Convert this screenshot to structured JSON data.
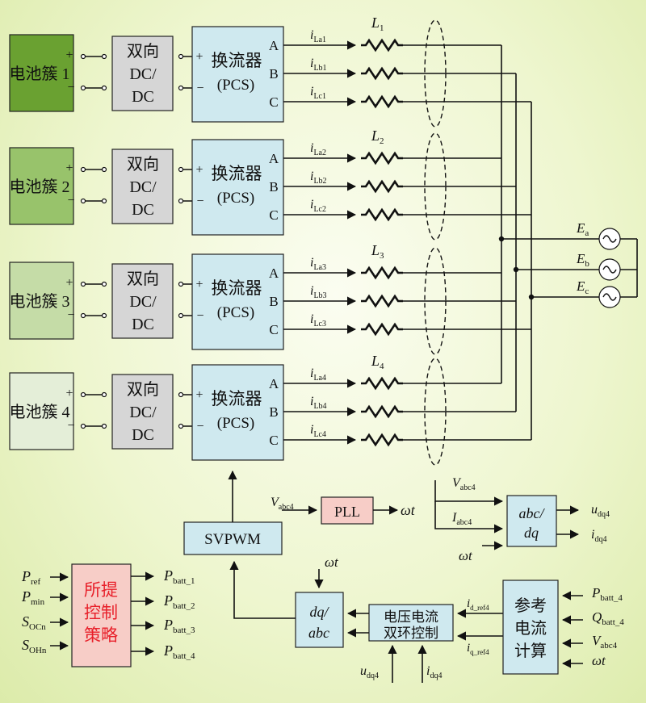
{
  "units": [
    {
      "battery_label": "电池簇 1",
      "fill": "#6aa131",
      "inductor": {
        "name": "L",
        "sub": "1"
      },
      "currents": [
        {
          "name": "i",
          "sub": "La1"
        },
        {
          "name": "i",
          "sub": "Lb1"
        },
        {
          "name": "i",
          "sub": "Lc1"
        }
      ]
    },
    {
      "battery_label": "电池簇 2",
      "fill": "#98c36b",
      "inductor": {
        "name": "L",
        "sub": "2"
      },
      "currents": [
        {
          "name": "i",
          "sub": "La2"
        },
        {
          "name": "i",
          "sub": "Lb2"
        },
        {
          "name": "i",
          "sub": "Lc2"
        }
      ]
    },
    {
      "battery_label": "电池簇 3",
      "fill": "#c5dca7",
      "inductor": {
        "name": "L",
        "sub": "3"
      },
      "currents": [
        {
          "name": "i",
          "sub": "La3"
        },
        {
          "name": "i",
          "sub": "Lb3"
        },
        {
          "name": "i",
          "sub": "Lc3"
        }
      ]
    },
    {
      "battery_label": "电池簇 4",
      "fill": "#e4eed8",
      "inductor": {
        "name": "L",
        "sub": "4"
      },
      "currents": [
        {
          "name": "i",
          "sub": "La4"
        },
        {
          "name": "i",
          "sub": "Lb4"
        },
        {
          "name": "i",
          "sub": "Lc4"
        }
      ]
    }
  ],
  "terminals": {
    "plus": "+",
    "minus": "−"
  },
  "dcdc": {
    "line1": "双向",
    "line2": "DC/",
    "line3": "DC"
  },
  "pcs": {
    "line1": "换流器",
    "line2": "(PCS)",
    "plus": "+",
    "minus": "−",
    "phases": [
      "A",
      "B",
      "C"
    ]
  },
  "sources": [
    {
      "name": "E",
      "sub": "a"
    },
    {
      "name": "E",
      "sub": "b"
    },
    {
      "name": "E",
      "sub": "c"
    }
  ],
  "pll": {
    "label": "PLL",
    "in": {
      "name": "V",
      "sub": "abc4"
    },
    "out": "ωt"
  },
  "svpwm": {
    "label": "SVPWM"
  },
  "abc_dq": {
    "line1": "abc/",
    "line2": "dq",
    "in_v": {
      "name": "V",
      "sub": "abc4"
    },
    "in_i": {
      "name": "I",
      "sub": "abc4"
    },
    "in_wt": "ωt",
    "out_u": {
      "name": "u",
      "sub": "dq4"
    },
    "out_i": {
      "name": "i",
      "sub": "dq4"
    }
  },
  "dq_abc": {
    "line1": "dq/",
    "line2": "abc",
    "in_wt": "ωt"
  },
  "dual_loop": {
    "line1": "电压电流",
    "line2": "双环控制",
    "in_id": {
      "name": "i",
      "sub": "d_ref4"
    },
    "in_iq": {
      "name": "i",
      "sub": "q_ref4"
    },
    "in_u": {
      "name": "u",
      "sub": "dq4"
    },
    "in_i": {
      "name": "i",
      "sub": "dq4"
    }
  },
  "ref_calc": {
    "line1": "参考",
    "line2": "电流",
    "line3": "计算",
    "inputs": [
      {
        "name": "P",
        "sub": "batt_4"
      },
      {
        "name": "Q",
        "sub": "batt_4"
      },
      {
        "name": "V",
        "sub": "abc4"
      },
      {
        "name": "ωt",
        "sub": ""
      }
    ]
  },
  "strategy": {
    "lines": [
      "所提",
      "控制",
      "策略"
    ],
    "text_color": "#e8202a",
    "fill": "#f7cdc7",
    "inputs": [
      {
        "name": "P",
        "sub": "ref"
      },
      {
        "name": "P",
        "sub": "min"
      },
      {
        "name": "S",
        "sub": "OCn"
      },
      {
        "name": "S",
        "sub": "OHn"
      }
    ],
    "outputs": [
      {
        "name": "P",
        "sub": "batt_1"
      },
      {
        "name": "P",
        "sub": "batt_2"
      },
      {
        "name": "P",
        "sub": "batt_3"
      },
      {
        "name": "P",
        "sub": "batt_4"
      }
    ]
  },
  "colors": {
    "dcdc_fill": "#d6d6d6",
    "pcs_fill": "#cfe9ef",
    "control_fill": "#cfe9ef",
    "pll_fill": "#f7cdc7"
  }
}
